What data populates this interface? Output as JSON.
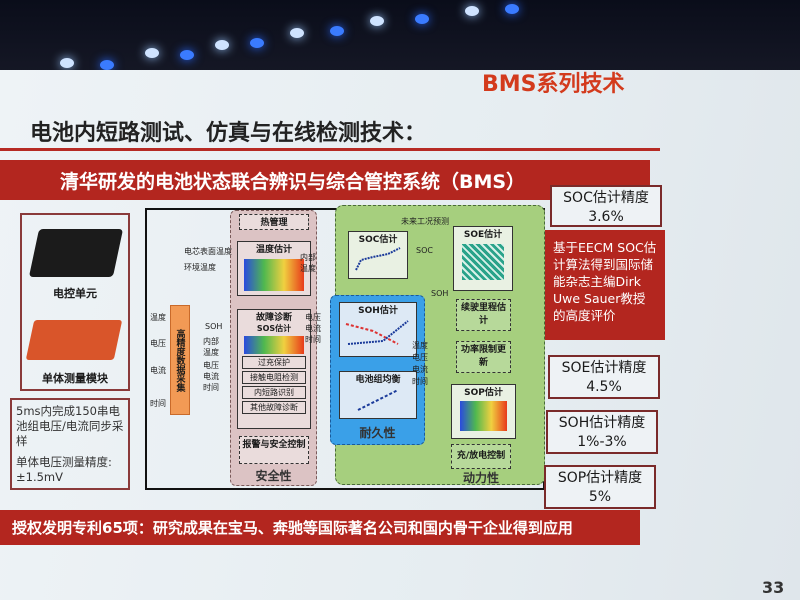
{
  "header": {
    "title": "电池内短路测试、仿真与在线检测技术：",
    "series": "BMS系列技术"
  },
  "banner": "清华研发的电池状态联合辨识与综合管控系统（BMS）",
  "left_panel": {
    "ecu_label": "电控单元",
    "module_label": "单体测量模块",
    "notes": [
      "5ms内完成150串电池组电压/电流同步采样",
      "单体电压测量精度:±1.5mV"
    ]
  },
  "diagram": {
    "collector": "高精度数据采集",
    "inputs": [
      "温度",
      "电压",
      "电流",
      "时间"
    ],
    "safety": {
      "title": "安全性",
      "thermal": "热管理",
      "temp_est": "温度估计",
      "temp_inputs": [
        "电芯表面温度",
        "环境温度"
      ],
      "temp_output": "内部温度",
      "fault": "故障诊断",
      "sos": "SOS估计",
      "sos_inputs": [
        "SOH",
        "内部温度",
        "电压",
        "电流",
        "时间"
      ],
      "faults": [
        "过充保护",
        "接触电阻检测",
        "内短路识别",
        "其他故障诊断"
      ],
      "alarm": "报警与安全控制"
    },
    "durability": {
      "title": "耐久性",
      "soh": "SOH估计",
      "balance": "电池组均衡",
      "inputs": [
        "电压",
        "电流",
        "时间"
      ],
      "more_inputs": [
        "温度",
        "电压",
        "电流",
        "时间"
      ]
    },
    "power": {
      "title": "动力性",
      "soc": "SOC估计",
      "future": "未来工况预测",
      "soe": "SOE估计",
      "range": "续驶里程估计",
      "power_limit": "功率限制更新",
      "sop": "SOP估计",
      "charge": "充/放电控制",
      "soc_label": "SOC",
      "soh_label": "SOH"
    }
  },
  "results": [
    {
      "label": "SOC估计精度",
      "value": "3.6%"
    },
    {
      "label": "SOE估计精度",
      "value": "4.5%"
    },
    {
      "label": "SOH估计精度",
      "value": "1%-3%"
    },
    {
      "label": "SOP估计精度",
      "value": "5%"
    }
  ],
  "endorsement": "基于EECM SOC估计算法得到国际储能杂志主编Dirk Uwe Sauer教授的高度评价",
  "footer": "授权发明专利65项：研究成果在宝马、奔驰等国际著名公司和国内骨干企业得到应用",
  "page_number": "33"
}
